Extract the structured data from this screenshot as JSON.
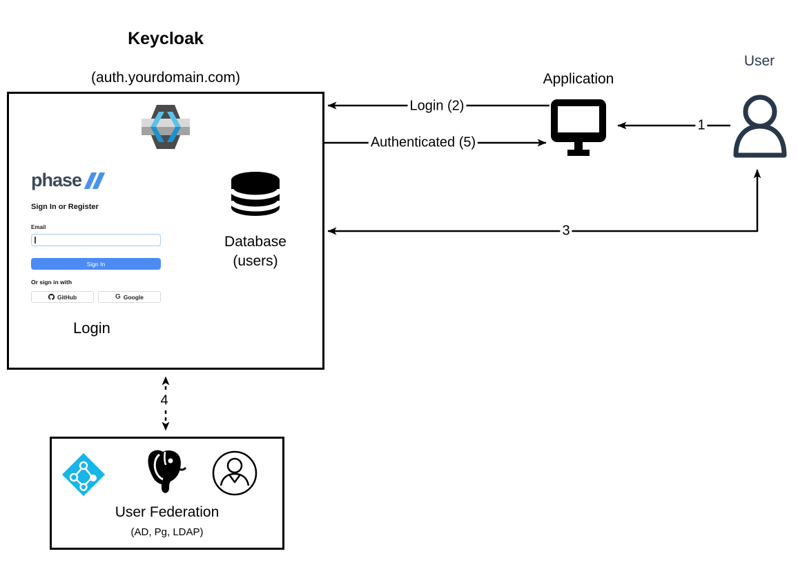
{
  "diagram": {
    "keycloak": {
      "title": "Keycloak",
      "subtitle": "(auth.yourdomain.com)",
      "login_label": "Login",
      "database_label": "Database",
      "database_sublabel": "(users)"
    },
    "login_card": {
      "brand": "phase",
      "heading": "Sign In or Register",
      "email_label": "Email",
      "email_value": "",
      "sign_in_button": "Sign In",
      "sso_text": "Or sign in with",
      "github_button": "GitHub",
      "google_button": "Google",
      "google_glyph": "G"
    },
    "application": {
      "label": "Application"
    },
    "user": {
      "label": "User"
    },
    "user_federation": {
      "label": "User Federation",
      "sublabel": "(AD, Pg, LDAP)",
      "icons": [
        "azure-ad",
        "postgresql",
        "ldap-user"
      ]
    },
    "edges": [
      {
        "id": "1",
        "label": "1",
        "from": "user",
        "to": "application",
        "style": "solid"
      },
      {
        "id": "2",
        "label": "Login (2)",
        "from": "application",
        "to": "keycloak",
        "style": "solid"
      },
      {
        "id": "3",
        "label": "3",
        "from": "user",
        "to": "keycloak",
        "style": "solid"
      },
      {
        "id": "4",
        "label": "4",
        "from": "keycloak",
        "to": "user_federation",
        "style": "dashed",
        "bidirectional": true
      },
      {
        "id": "5",
        "label": "Authenticated (5)",
        "from": "keycloak",
        "to": "application",
        "style": "solid"
      }
    ],
    "colors": {
      "accent_blue": "#4c8bf4",
      "brand_slash_blue": "#4a93e8",
      "brand_text": "#3d4a5c",
      "keycloak_cyan_light": "#5bc2e7",
      "keycloak_cyan_dark": "#1d92cc",
      "keycloak_hex_gray": "#4a4b4d",
      "azure_ad_cyan": "#17b5e8",
      "user_dark_navy": "#2b3a50",
      "line_black": "#000000"
    }
  }
}
